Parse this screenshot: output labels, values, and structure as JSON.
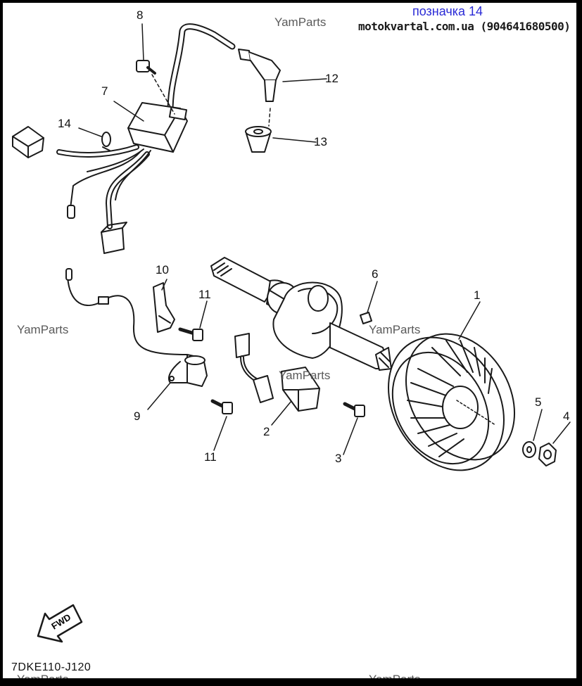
{
  "header": {
    "tag": "позначка 14",
    "site": "motokvartal.com.ua (904641680500)"
  },
  "watermarks": [
    {
      "text": "YamParts"
    },
    {
      "text": "YamParts"
    },
    {
      "text": "YamParts"
    },
    {
      "text": "YamParts"
    },
    {
      "text": "YamParts"
    },
    {
      "text": "YamParts"
    }
  ],
  "callouts": [
    "1",
    "2",
    "3",
    "4",
    "5",
    "6",
    "7",
    "8",
    "9",
    "10",
    "11",
    "11",
    "12",
    "13",
    "14"
  ],
  "fwd_label": "FWD",
  "diagram_code": "7DKE110-J120",
  "colors": {
    "ink": "#1a1a1a",
    "tag": "#2a2ad6",
    "watermark": "#5a5a5a"
  }
}
